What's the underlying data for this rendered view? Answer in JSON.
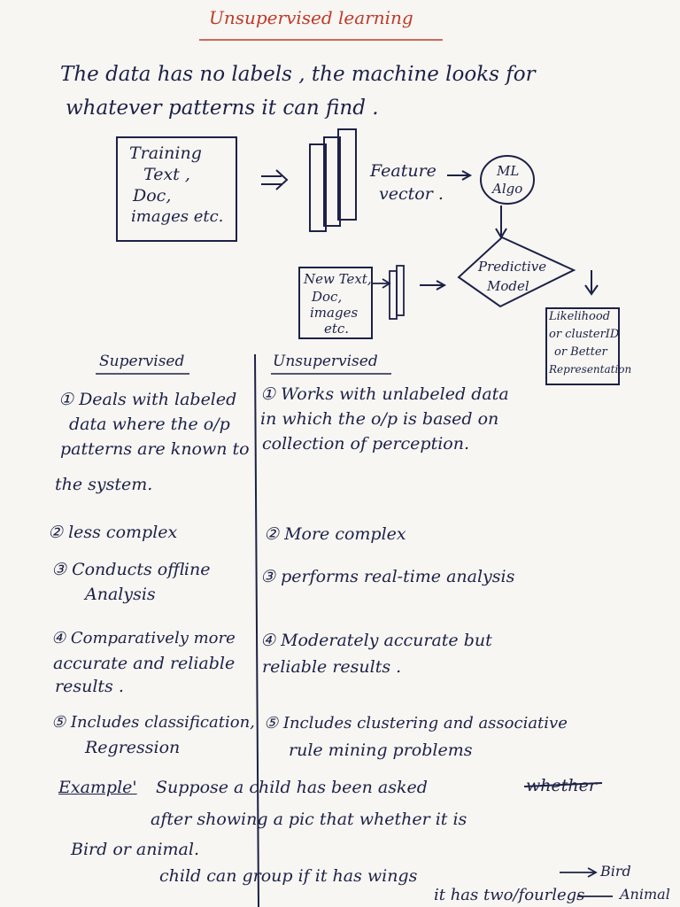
{
  "title": "Unsupervised learning",
  "intro": {
    "line1": "The data has no labels , the machine looks for",
    "line2": "whatever patterns it can find ."
  },
  "diagram": {
    "training_box": [
      "Training",
      "Text ,",
      "Doc,",
      "images etc."
    ],
    "feature_vector": [
      "Feature",
      "vector ."
    ],
    "ml_algo": [
      "ML",
      "Algo"
    ],
    "new_text_box": [
      "New Text,",
      "Doc,",
      "images",
      "etc."
    ],
    "predictive_model": [
      "Predictive",
      "Model"
    ],
    "output_box": [
      "Likelihood",
      "or clusterID",
      "or Better",
      "Representation"
    ]
  },
  "comparison": {
    "supervised_heading": "Supervised",
    "unsupervised_heading": "Unsupervised",
    "supervised_items": [
      [
        "① Deals with labeled",
        "data where the o/p",
        "patterns are known to",
        "the system."
      ],
      [
        "② less complex"
      ],
      [
        "③ Conducts offline",
        "Analysis"
      ],
      [
        "④ Comparatively more",
        "accurate and reliable",
        "results ."
      ],
      [
        "⑤ Includes classification,",
        "Regression"
      ]
    ],
    "unsupervised_items": [
      [
        "① Works with unlabeled data",
        "in which the o/p is based on",
        "collection of perception."
      ],
      [
        "② More complex"
      ],
      [
        "③ performs real-time analysis"
      ],
      [
        "④ Moderately accurate but",
        "reliable results ."
      ],
      [
        "⑤ Includes clustering and associative",
        "rule mining problems"
      ]
    ]
  },
  "example": {
    "label": "Example'",
    "line1": "Suppose a child has been asked",
    "struck": "whether",
    "line2": "after showing a pic that whether it is",
    "line3": "Bird or animal.",
    "line4": "child can group if it has wings",
    "line4_end": "Bird",
    "line5": "it has two/fourlegs",
    "line5_end": "Animal"
  }
}
